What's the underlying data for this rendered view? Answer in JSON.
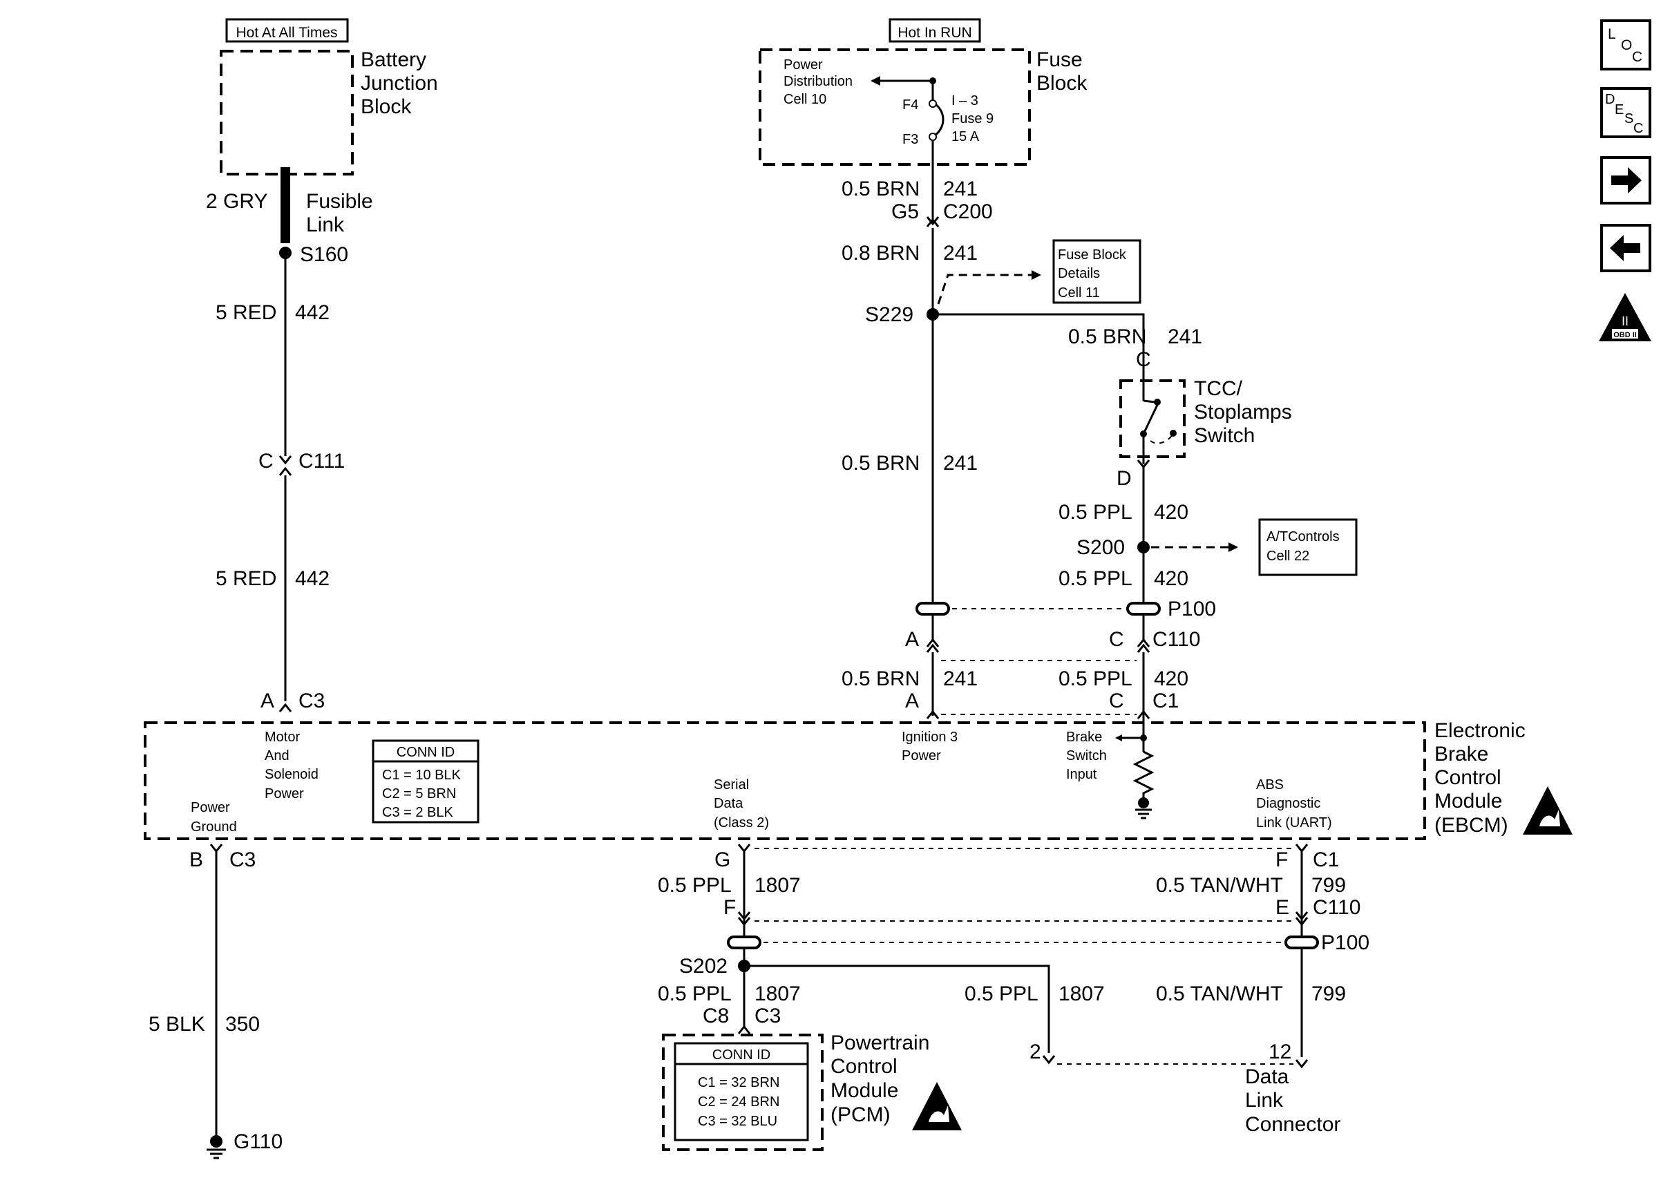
{
  "power": {
    "hot_at_all_times": "Hot At All Times",
    "hot_in_run": "Hot In RUN"
  },
  "battery_junction_block": [
    "Battery",
    "Junction",
    "Block"
  ],
  "fusible_link": {
    "wire": "2 GRY",
    "label": [
      "Fusible",
      "Link"
    ],
    "splice": "S160"
  },
  "red_wire": {
    "gauge_color": "5 RED",
    "circuit": "442"
  },
  "c111": {
    "pin": "C",
    "connector": "C111"
  },
  "ebcm_c3": {
    "pin": "A",
    "connector": "C3"
  },
  "fuse_block": {
    "label": [
      "Fuse",
      "Block"
    ],
    "power_distribution": [
      "Power",
      "Distribution",
      "Cell 10"
    ],
    "f4": "F4",
    "f3": "F3",
    "fuse": [
      "I – 3",
      "Fuse 9",
      "15 A"
    ]
  },
  "brn_wire": {
    "gauge_top": "0.5 BRN",
    "circuit": "241",
    "g5": "G5",
    "c200": "C200",
    "gauge_08": "0.8 BRN"
  },
  "fuse_block_details": [
    "Fuse Block",
    "Details",
    "Cell 11"
  ],
  "s229": "S229",
  "tcc_switch": {
    "wire": "0.5 BRN",
    "circuit": "241",
    "pin_c": "C",
    "label": [
      "TCC/",
      "Stoplamps",
      "Switch"
    ],
    "pin_d": "D"
  },
  "ppl_wire": {
    "gauge_color": "0.5 PPL",
    "circuit": "420"
  },
  "s200": "S200",
  "at_controls": [
    "A/TControls",
    "Cell 22"
  ],
  "p100": "P100",
  "c110": {
    "pin_a": "A",
    "pin_c": "C",
    "connector": "C110"
  },
  "c1": {
    "pin_a": "A",
    "pin_c": "C",
    "connector": "C1"
  },
  "ebcm": {
    "label": [
      "Electronic",
      "Brake",
      "Control",
      "Module",
      "(EBCM)"
    ],
    "motor_power": [
      "Motor",
      "And",
      "Solenoid",
      "Power"
    ],
    "power_ground": [
      "Power",
      "Ground"
    ],
    "ignition": [
      "Ignition 3",
      "Power"
    ],
    "brake_input": [
      "Brake",
      "Switch",
      "Input"
    ],
    "serial_data": [
      "Serial",
      "Data",
      "(Class 2)"
    ],
    "abs_link": [
      "ABS",
      "Diagnostic",
      "Link (UART)"
    ],
    "conn_id": {
      "title": "CONN ID",
      "rows": [
        "C1 = 10 BLK",
        "C2 =  5 BRN",
        "C3 =  2 BLK"
      ]
    }
  },
  "ground": {
    "pin": "B",
    "connector": "C3",
    "wire": "5 BLK",
    "circuit": "350",
    "ground": "G110"
  },
  "serial": {
    "pin_g": "G",
    "wire": "0.5 PPL",
    "circuit": "1807",
    "pin_f": "F",
    "s202": "S202",
    "pcm_pin": "C8",
    "pcm_connector": "C3",
    "dlc_pin": "2"
  },
  "uart": {
    "pin_f": "F",
    "connector_c1": "C1",
    "wire": "0.5 TAN/WHT",
    "circuit": "799",
    "pin_e": "E",
    "connector_c110": "C110",
    "p100": "P100",
    "dlc_pin": "12"
  },
  "pcm": {
    "label": [
      "Powertrain",
      "Control",
      "Module",
      "(PCM)"
    ],
    "conn_id": {
      "title": "CONN ID",
      "rows": [
        "C1 = 32 BRN",
        "C2 = 24 BRN",
        "C3 = 32 BLU"
      ]
    }
  },
  "dlc": {
    "label": [
      "Data",
      "Link",
      "Connector"
    ]
  },
  "nav": {
    "loc": {
      "l": "L",
      "o": "O",
      "c": "C"
    },
    "desc": {
      "d": "D",
      "e": "E",
      "s": "S",
      "c": "C"
    },
    "obd_numeral": "II",
    "obd_text": "OBD II"
  }
}
